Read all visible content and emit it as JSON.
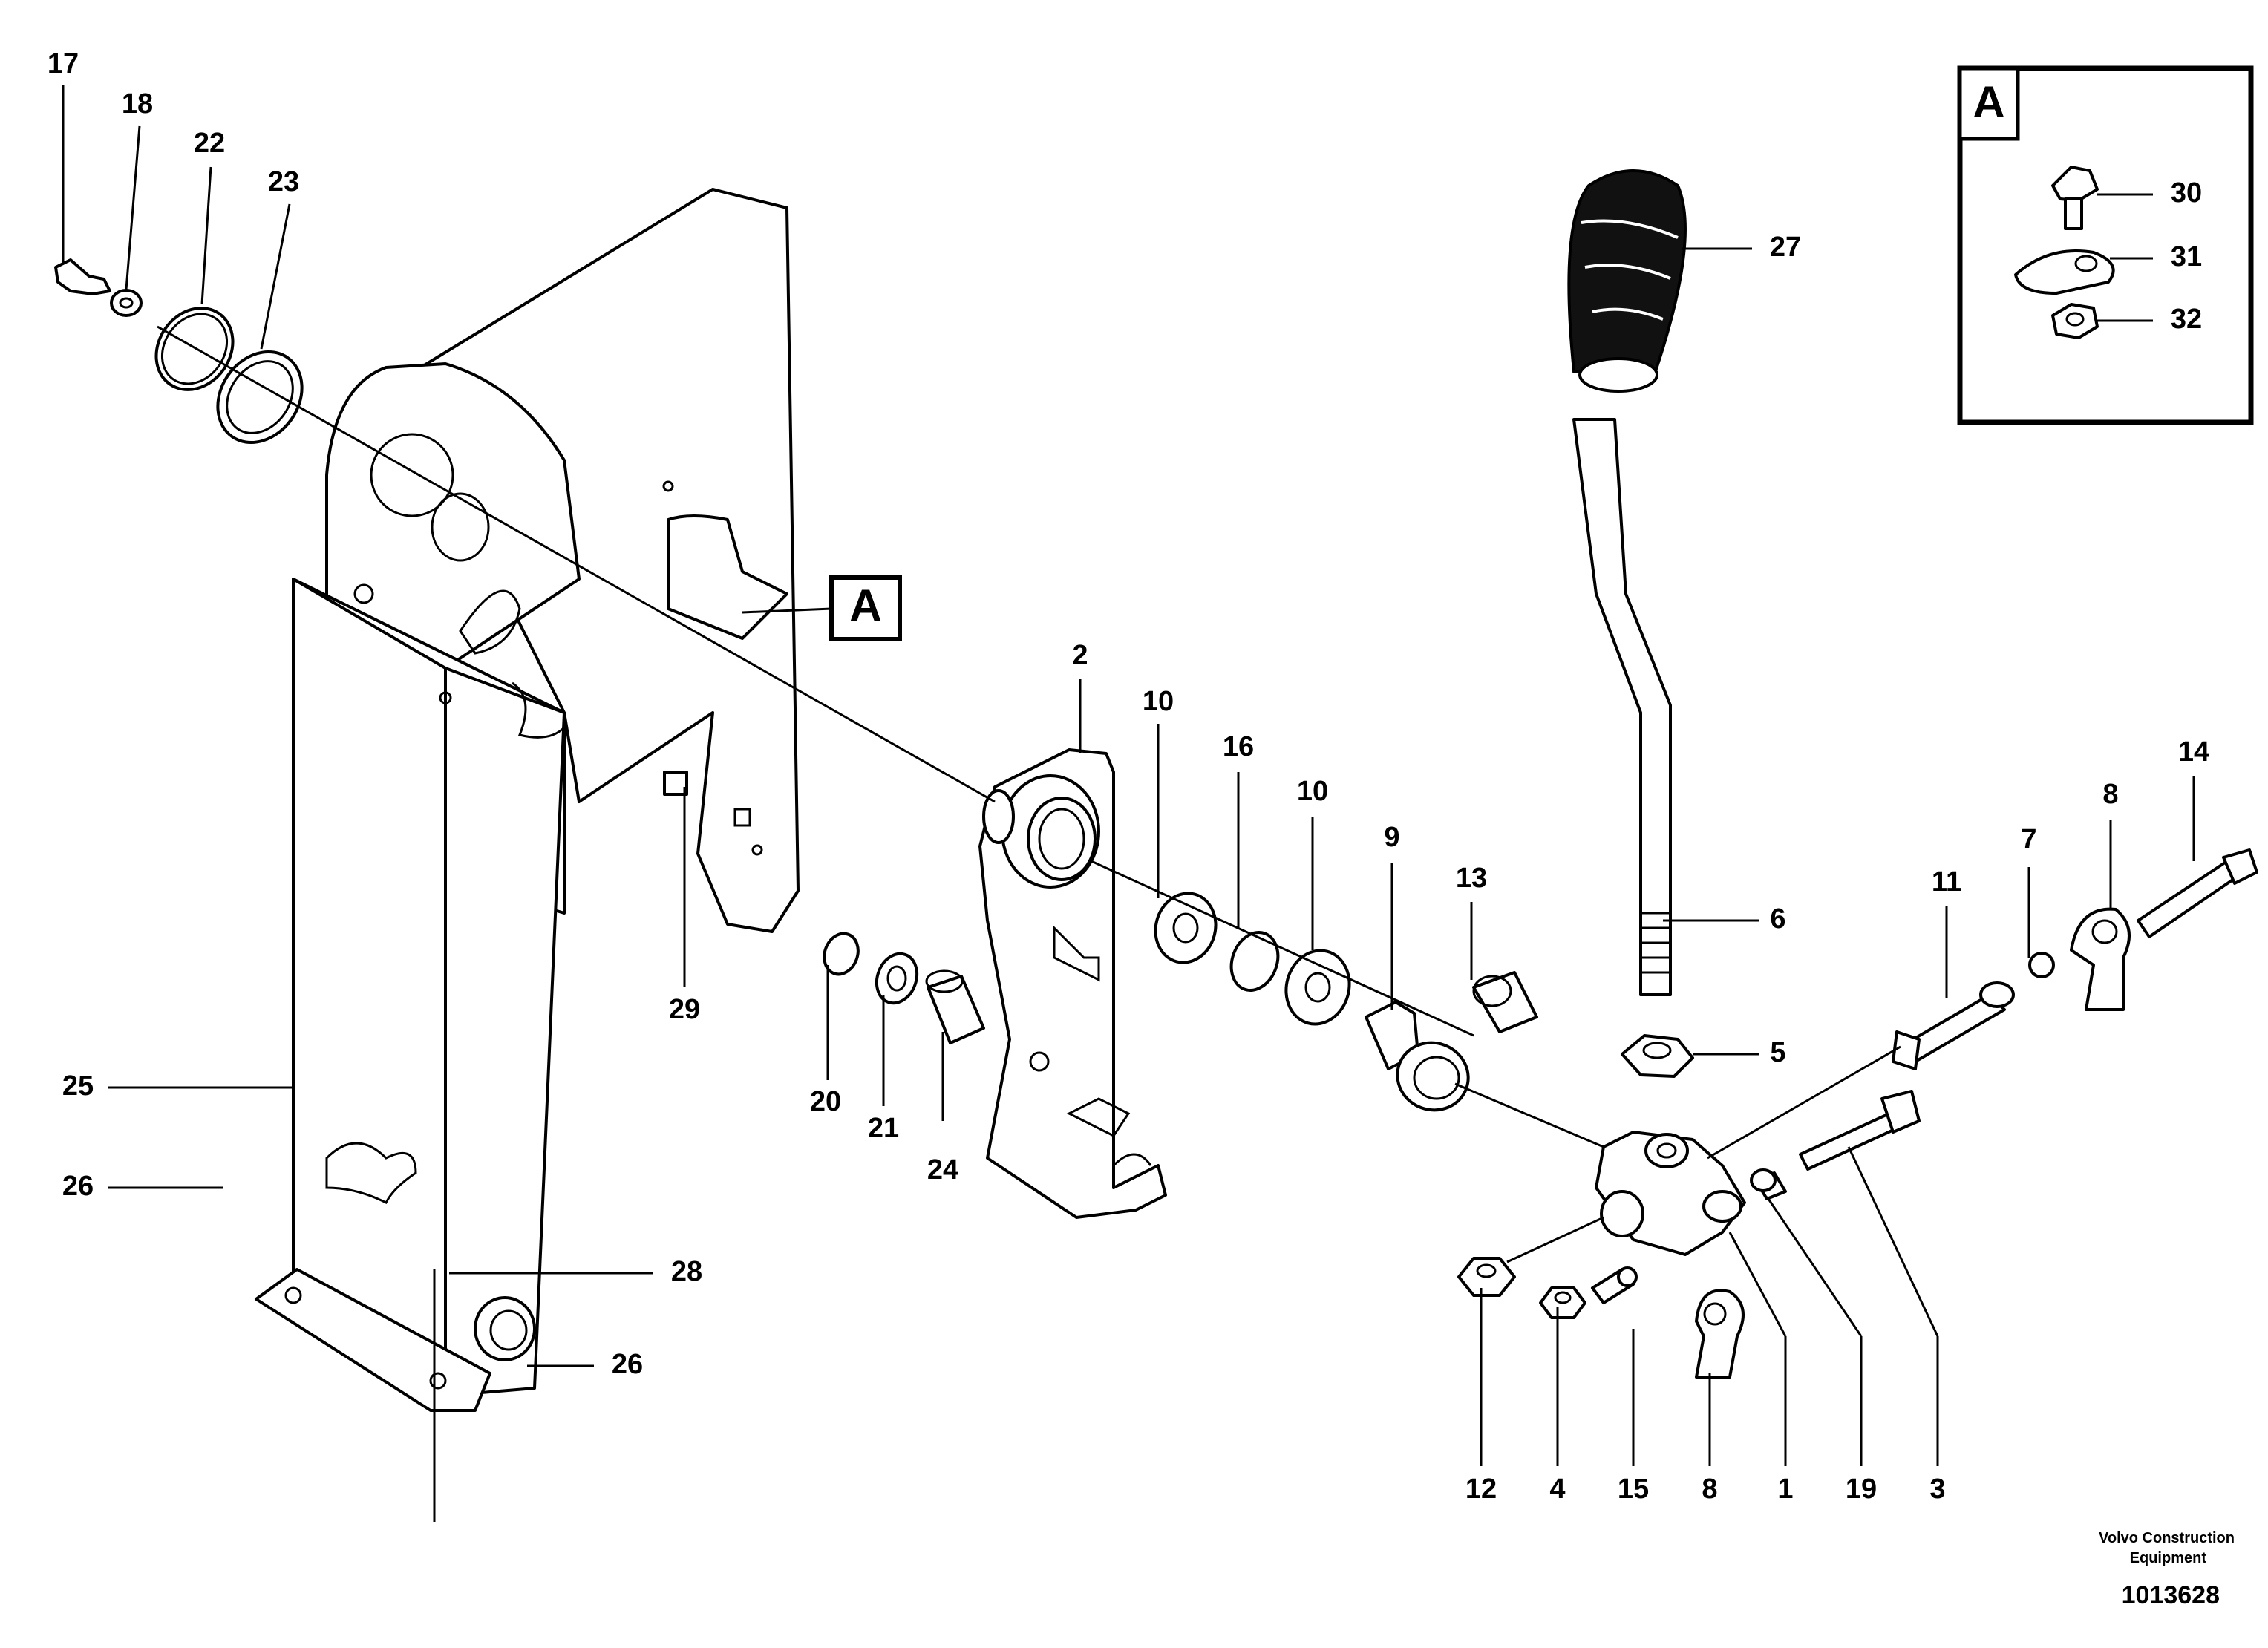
{
  "diagram": {
    "part_numbers": [
      "17",
      "18",
      "22",
      "23",
      "25",
      "26",
      "26",
      "28",
      "29",
      "20",
      "21",
      "24",
      "2",
      "10",
      "16",
      "10",
      "9",
      "13",
      "27",
      "6",
      "5",
      "11",
      "7",
      "8",
      "14",
      "12",
      "4",
      "15",
      "8",
      "1",
      "19",
      "3",
      "30",
      "31",
      "32"
    ],
    "callout_A": "A",
    "detail_A": {
      "letter": "A",
      "items": [
        "30",
        "31",
        "32"
      ]
    },
    "credit_line1": "Volvo Construction",
    "credit_line2": "Equipment",
    "doc_id": "1013628"
  }
}
